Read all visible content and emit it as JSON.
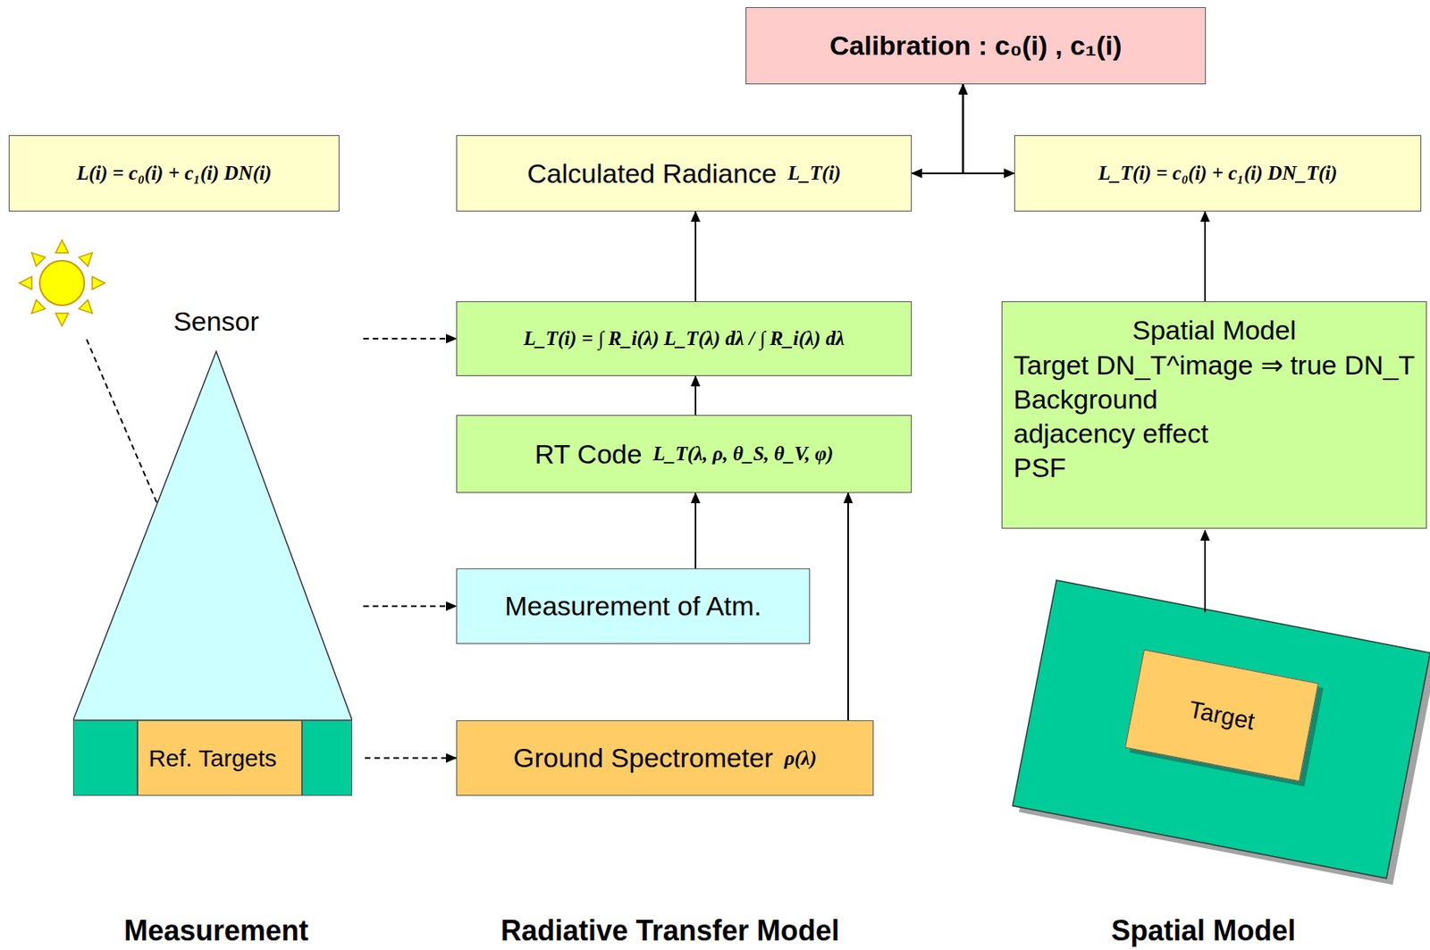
{
  "diagram": {
    "nodes": [
      {
        "text": [
          "Calibration : c₀(i) , c₁(i)"
        ]
      },
      {
        "text": [
          "L(i) = c₀(i) + c₁(i) DN(i)"
        ]
      },
      {
        "text": [
          "Calculated Radiance",
          "L_T(i)"
        ]
      },
      {
        "text": [
          "L_T(i) = c₀(i) + c₁(i) DN_T(i)"
        ]
      },
      {
        "text": [
          "Sensor"
        ]
      },
      {
        "text": [
          "L_T(i) = ∫ R_i(λ) L_T(λ) dλ / ∫ R_i(λ) dλ"
        ]
      },
      {
        "text": [
          "Spatial Model",
          "Target DN_T^image ⇒ true DN_T",
          "Background",
          "adjacency effect",
          "PSF"
        ]
      },
      {
        "text": [
          "RT Code",
          "L_T(λ, ρ, θ_S, θ_V, φ)"
        ]
      },
      {
        "text": [
          "Measurement of Atm."
        ]
      },
      {
        "text": [
          "Ref. Targets"
        ]
      },
      {
        "text": [
          "Ground Spectrometer",
          "ρ(λ)"
        ]
      },
      {
        "text": [
          "Target"
        ]
      }
    ],
    "edges": [
      {
        "from": 2,
        "to": 3,
        "arrow": "both"
      },
      {
        "from": 2,
        "to": 0,
        "arrow": "to"
      },
      {
        "from": 3,
        "to": 0,
        "arrow": "to"
      },
      {
        "from": 5,
        "to": 2,
        "arrow": "to"
      },
      {
        "from": 7,
        "to": 5,
        "arrow": "to"
      },
      {
        "from": 8,
        "to": 7,
        "arrow": "to"
      },
      {
        "from": 10,
        "to": 7,
        "arrow": "to"
      },
      {
        "from": 4,
        "to": 5,
        "arrow": "to"
      },
      {
        "from": 4,
        "to": 8,
        "arrow": "to"
      },
      {
        "from": 9,
        "to": 10,
        "arrow": "to"
      },
      {
        "from": 6,
        "to": 3,
        "arrow": "to"
      }
    ],
    "labels": [
      "Measurement",
      "Radiative Transfer Model",
      "Spatial Model"
    ]
  }
}
